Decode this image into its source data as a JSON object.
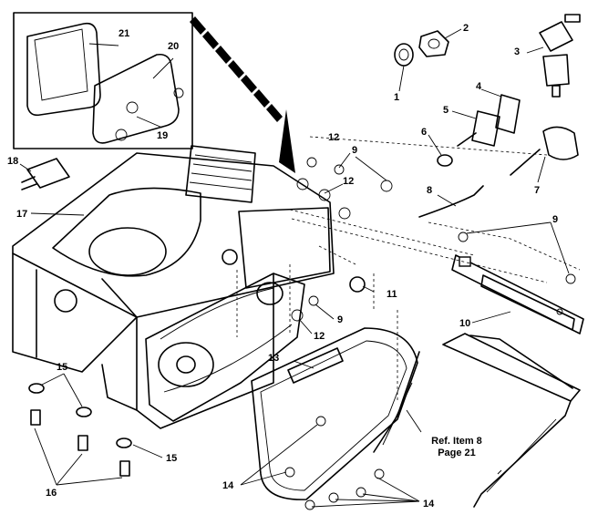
{
  "callouts": {
    "c1": "1",
    "c2": "2",
    "c3": "3",
    "c4": "4",
    "c5": "5",
    "c6": "6",
    "c7": "7",
    "c8": "8",
    "c9a": "9",
    "c9b": "9",
    "c9c": "9",
    "c10": "10",
    "c11": "11",
    "c12a": "12",
    "c12b": "12",
    "c12c": "12",
    "c13": "13",
    "c14a": "14",
    "c14b": "14",
    "c15a": "15",
    "c15b": "15",
    "c16": "16",
    "c17": "17",
    "c18": "18",
    "c19": "19",
    "c20": "20",
    "c21": "21"
  },
  "ref_note": {
    "line1": "Ref. Item 8",
    "line2": "Page 21"
  }
}
